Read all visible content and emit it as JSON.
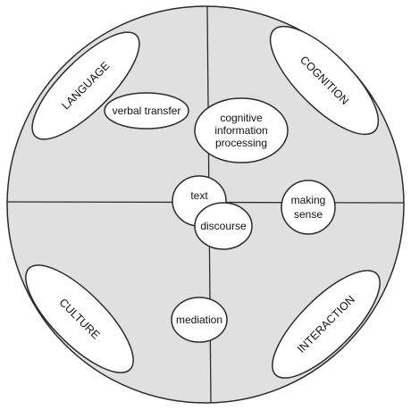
{
  "colors": {
    "disc_fill": "#e0e0e0",
    "outline": "#2b2b2b",
    "ellipse_fill": "#ffffff"
  },
  "quadrants": {
    "top_left": "LANGUAGE",
    "top_right": "COGNITION",
    "bottom_left": "CULTURE",
    "bottom_right": "INTERACTION"
  },
  "concepts": {
    "verbal_transfer": "verbal transfer",
    "cognitive_processing": [
      "cognitive",
      "information",
      "processing"
    ],
    "text": "text",
    "discourse": "discourse",
    "making_sense": [
      "making",
      "sense"
    ],
    "mediation": "mediation"
  }
}
